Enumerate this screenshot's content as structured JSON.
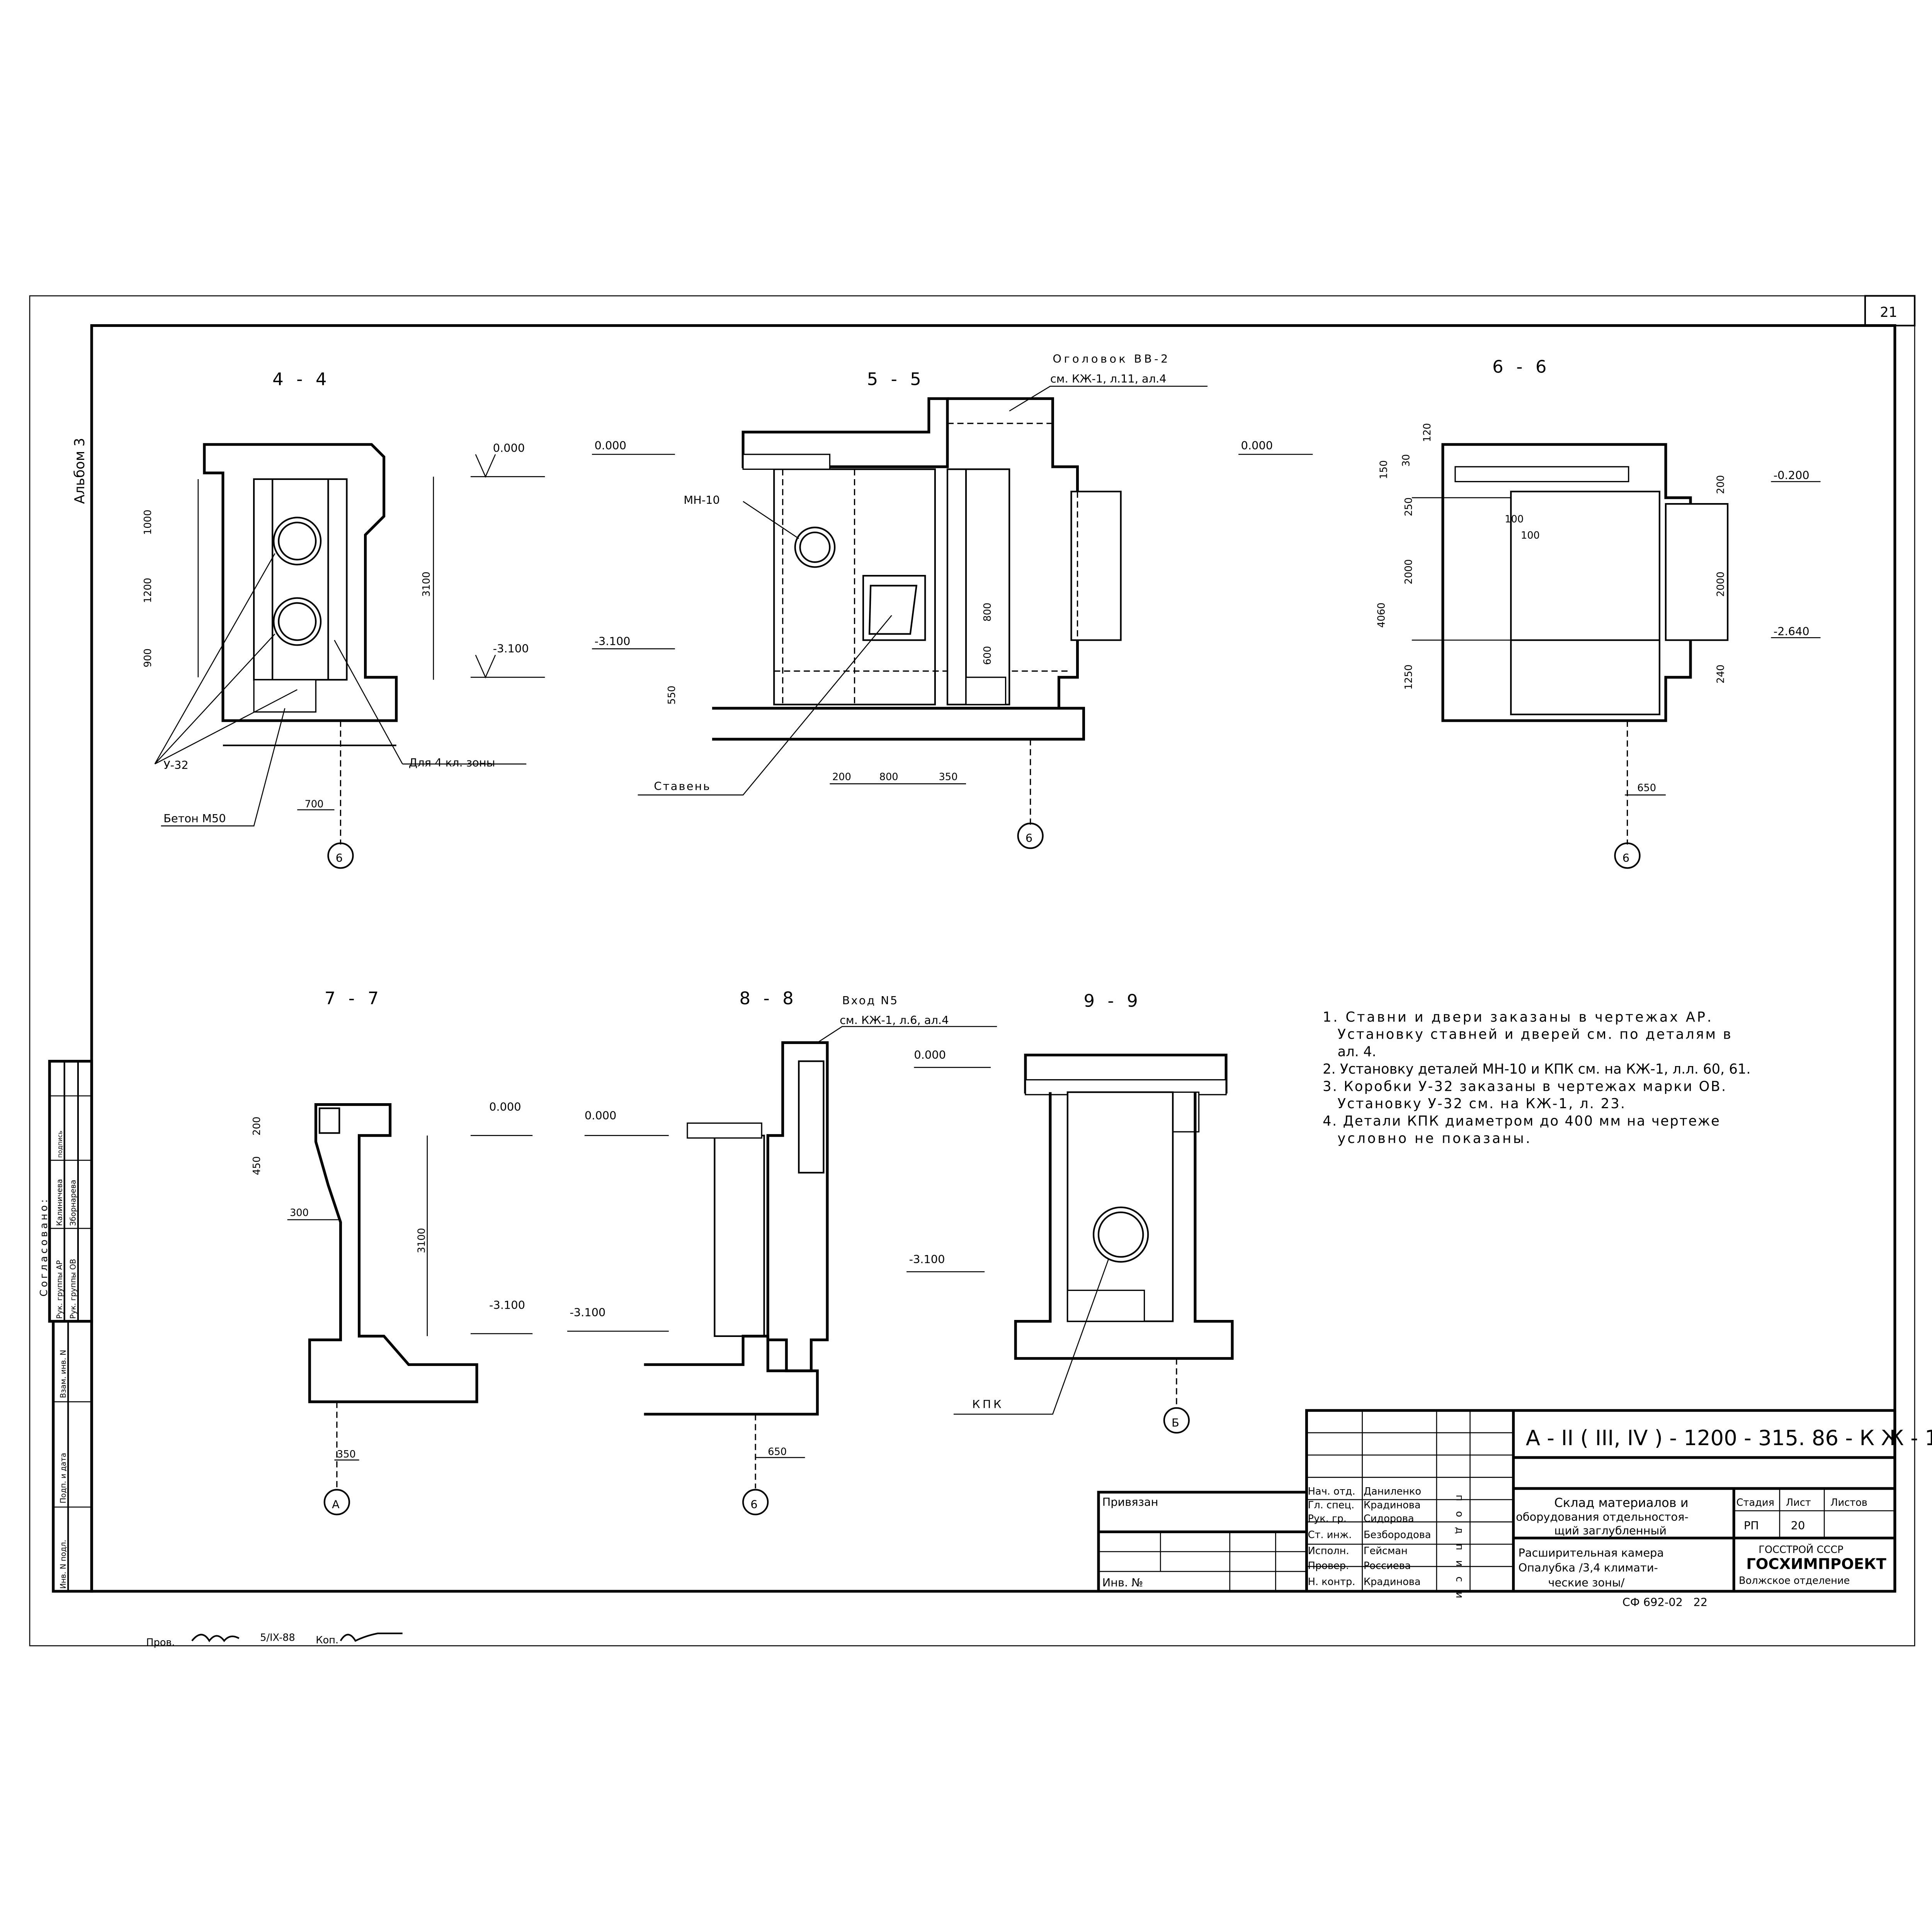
{
  "sheet_number": "21",
  "album": "Альбом 3",
  "sections": {
    "s44": {
      "title": "4 - 4",
      "level_top": "0.000",
      "level_bottom": "-3.100",
      "dims": [
        "1000",
        "1200",
        "900",
        "3100",
        "700"
      ],
      "label_u32": "У-32",
      "label_concrete": "Бетон М50",
      "label_zone": "Для 4 кл. зоны",
      "axis": "6"
    },
    "s55": {
      "title": "5 - 5",
      "head_note_1": "Оголовок ВВ-2",
      "head_note_2": "см. КЖ-1, л.11, ал.4",
      "level_top": "0.000",
      "level_bottom": "-3.100",
      "label_mn": "МН-10",
      "label_shutter": "Ставень",
      "dims": [
        "550",
        "800",
        "600",
        "200",
        "800",
        "350"
      ],
      "axis": "6"
    },
    "s66": {
      "title": "6 - 6",
      "level_top": "0.000",
      "level_mid1": "-0.200",
      "level_mid2": "-2.640",
      "dims": [
        "120",
        "150",
        "30",
        "250",
        "100",
        "100",
        "4060",
        "2000",
        "1250",
        "200",
        "2000",
        "240",
        "650"
      ],
      "axis": "6"
    },
    "s77": {
      "title": "7 - 7",
      "level_top": "0.000",
      "level_bottom": "-3.100",
      "dims": [
        "200",
        "450",
        "300",
        "3100",
        "350"
      ],
      "axis": "А"
    },
    "s88": {
      "title": "8 - 8",
      "entry_note_1": "Вход N5",
      "entry_note_2": "см. КЖ-1, л.6, ал.4",
      "level_top": "0.000",
      "level_bottom": "-3.100",
      "dims": [
        "650"
      ],
      "axis": "6"
    },
    "s99": {
      "title": "9 - 9",
      "level_top": "0.000",
      "level_bottom": "-3.100",
      "label_kpk": "КПК",
      "axis": "Б"
    }
  },
  "notes": [
    "1. Ставни и двери заказаны в чертежах АР.",
    "Установку ставней и дверей см. по деталям в",
    "ал. 4.",
    "2. Установку деталей МН-10 и КПК см. на КЖ-1, л.л. 60, 61.",
    "3. Коробки У-32 заказаны в чертежах марки ОВ.",
    "Установку У-32 см. на КЖ-1, л. 23.",
    "4. Детали КПК диаметром до 400 мм на чертеже",
    "условно не показаны."
  ],
  "approval_stamp": {
    "title": "Согласовано:",
    "rows": [
      {
        "role": "Рук. группы АР",
        "name": "Калиничева",
        "sign": "подпись"
      },
      {
        "role": "Рук. группы ОВ",
        "name": "Зборнарева",
        "sign": ""
      }
    ],
    "fields": [
      "Взам. инв. N",
      "Подп. и дата",
      "Инв. N подл."
    ]
  },
  "title_block": {
    "code": "А - II ( III, IV ) - 1200 - 315. 86 - К Ж - 1",
    "bound": "Привязан",
    "inv": "Инв. №",
    "signature_col": "подписи",
    "staff": [
      {
        "role": "Нач. отд.",
        "name": "Даниленко"
      },
      {
        "role": "Гл. спец.",
        "name": "Крадинова"
      },
      {
        "role": "Рук. гр.",
        "name": "Сидорова"
      },
      {
        "role": "Ст. инж.",
        "name": "Безбородова"
      },
      {
        "role": "Исполн.",
        "name": "Гейсман"
      },
      {
        "role": "Провер.",
        "name": "Россиева"
      },
      {
        "role": "Н. контр.",
        "name": "Крадинова"
      }
    ],
    "object_1": "Склад материалов и",
    "object_2": "оборудования отдельностоя-",
    "object_3": "щий заглубленный",
    "sheet_title_1": "Расширительная камера",
    "sheet_title_2": "Опалубка /3,4 климати-",
    "sheet_title_3": "ческие зоны/",
    "stage_label": "Стадия",
    "sheet_label": "Лист",
    "sheets_label": "Листов",
    "stage": "РП",
    "sheet": "20",
    "org_1": "ГОССТРОЙ СССР",
    "org_2": "ГОСХИМПРОЕКТ",
    "org_3": "Волжское отделение",
    "archive": "СФ 692-02   22"
  },
  "footer": {
    "checked": "Пров.",
    "date": "5/IX-88",
    "copy": "Коп."
  }
}
